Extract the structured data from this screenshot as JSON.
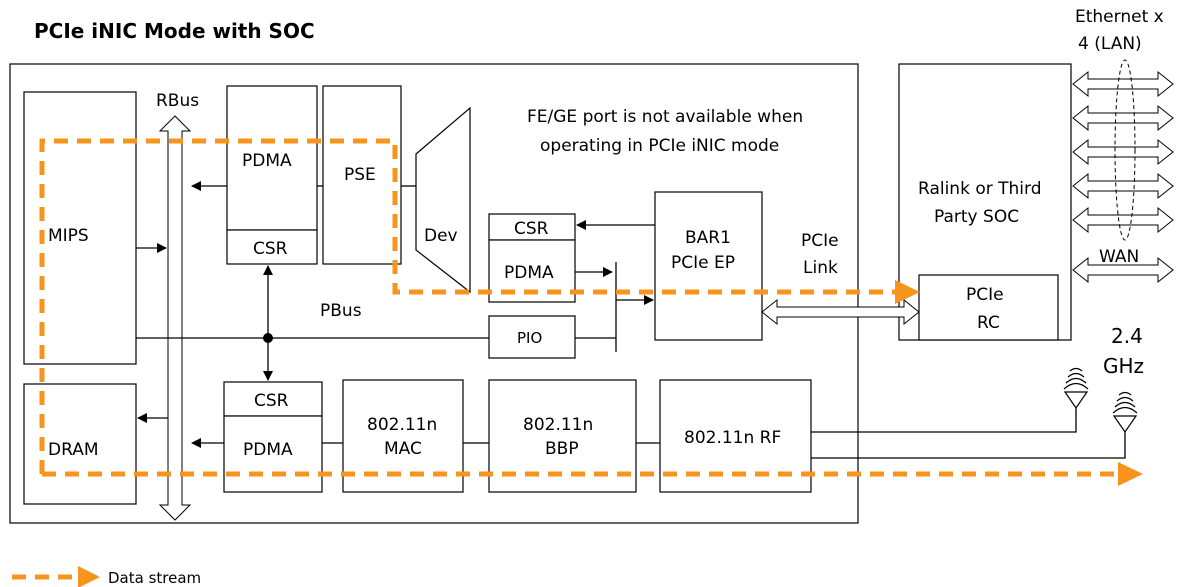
{
  "title": "PCIe iNIC Mode with SOC",
  "note_line1": "FE/GE port is not available when",
  "note_line2": "operating in PCIe iNIC mode",
  "blocks": {
    "mips": "MIPS",
    "dram": "DRAM",
    "rbus": "RBus",
    "pbus": "PBus",
    "pdma_top": "PDMA",
    "csr_top": "CSR",
    "pse": "PSE",
    "dev": "Dev",
    "csr_mid": "CSR",
    "pdma_mid": "PDMA",
    "pio": "PIO",
    "bar1_line1": "BAR1",
    "bar1_line2": "PCIe EP",
    "pcie_link_line1": "PCIe",
    "pcie_link_line2": "Link",
    "csr_bottom": "CSR",
    "pdma_bottom": "PDMA",
    "mac_line1": "802.11n",
    "mac_line2": "MAC",
    "bbp_line1": "802.11n",
    "bbp_line2": "BBP",
    "rf": "802.11n RF"
  },
  "soc": {
    "line1": "Ralink or Third",
    "line2": "Party SOC",
    "rc_line1": "PCIe",
    "rc_line2": "RC",
    "ethernet_line1": "Ethernet x",
    "ethernet_line2": "4 (LAN)",
    "wan": "WAN"
  },
  "freq_line1": "2.4",
  "freq_line2": "GHz",
  "legend": {
    "data_stream": "Data stream"
  },
  "colors": {
    "data_stream": "#f7941d",
    "lines": "#000000"
  }
}
